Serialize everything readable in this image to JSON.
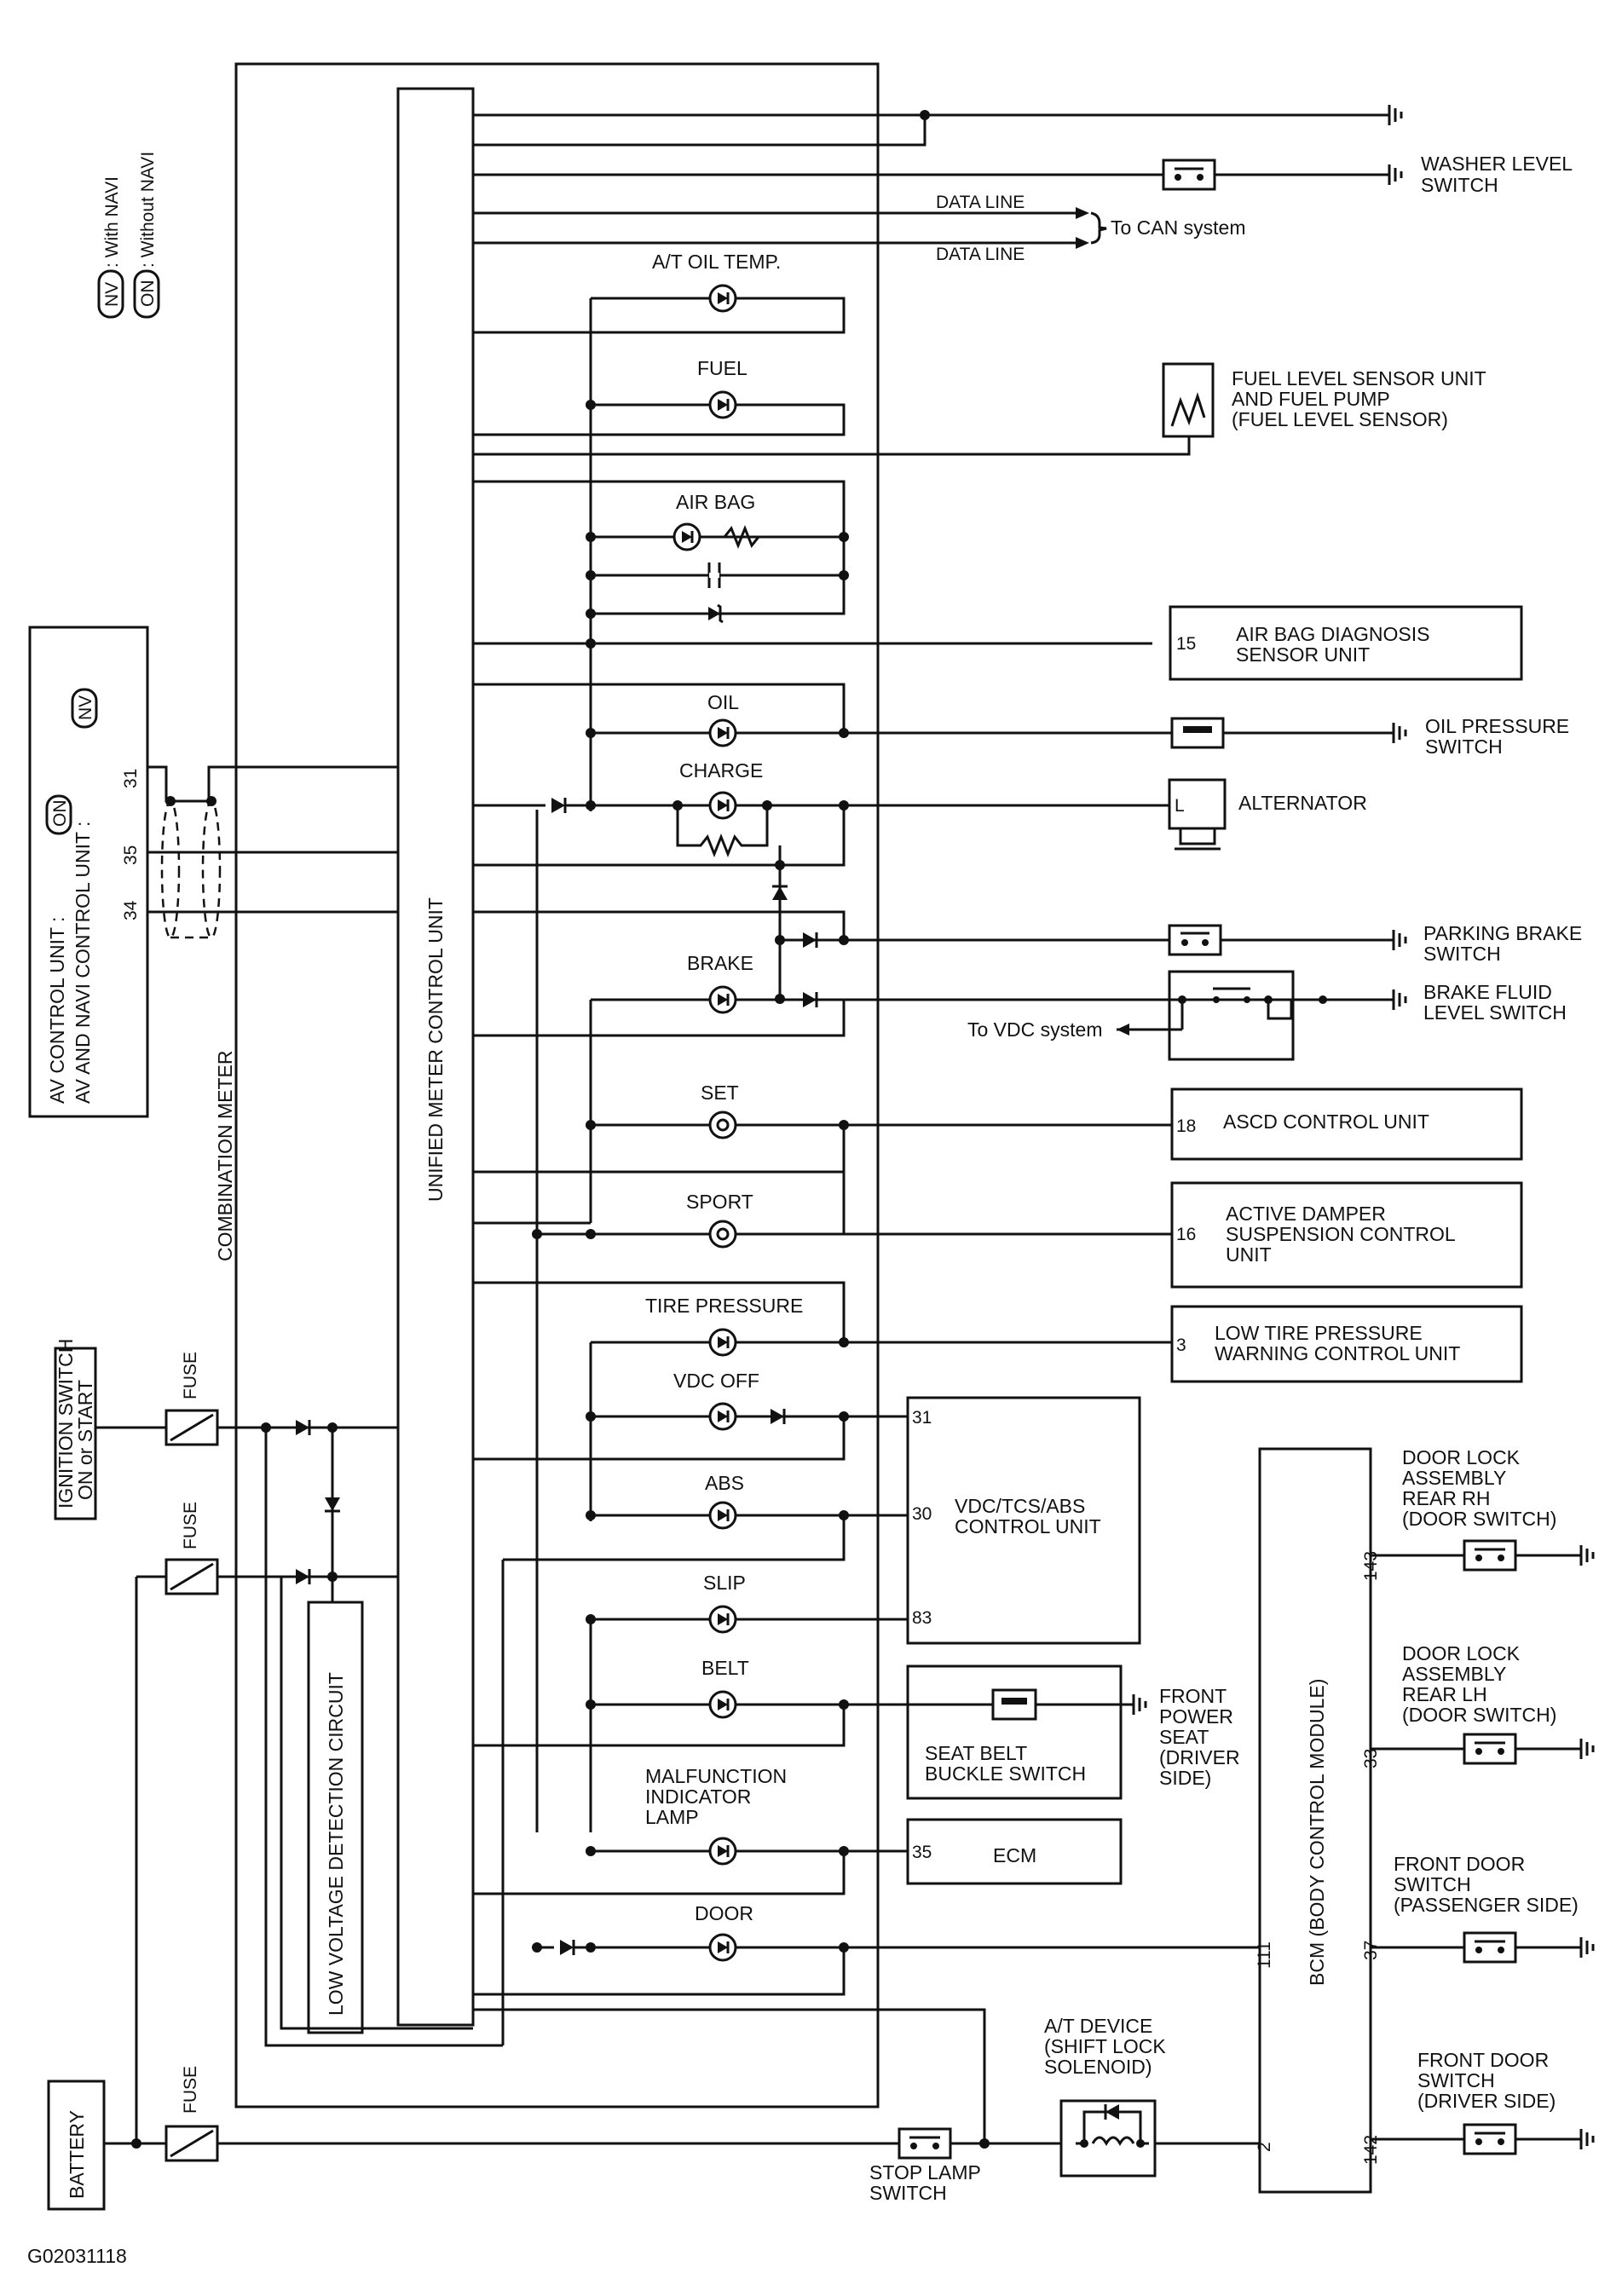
{
  "legend": {
    "nv_symbol": "NV",
    "nv_text": ": With NAVI",
    "on_symbol": "ON",
    "on_text": ": Without NAVI"
  },
  "units": {
    "combination_meter": "COMBINATION METER",
    "unified_meter": "UNIFIED METER CONTROL UNIT",
    "low_voltage": "LOW VOLTAGE DETECTION CIRCUIT",
    "bcm": "BCM (BODY CONTROL MODULE)",
    "av_line1": "AV CONTROL UNIT :",
    "av_line2": "AV AND NAVI CONTROL UNIT :",
    "av_tag_on": "ON",
    "av_tag_nv": "NV"
  },
  "av_pins": [
    "31",
    "35",
    "34"
  ],
  "data_lines": [
    "DATA LINE",
    "DATA LINE"
  ],
  "can": "To CAN system",
  "lamps": {
    "at_oil_temp": "A/T OIL TEMP.",
    "fuel": "FUEL",
    "air_bag": "AIR BAG",
    "oil": "OIL",
    "charge": "CHARGE",
    "brake": "BRAKE",
    "set": "SET",
    "sport": "SPORT",
    "tire_pressure": "TIRE PRESSURE",
    "vdc_off": "VDC OFF",
    "abs": "ABS",
    "slip": "SLIP",
    "belt": "BELT",
    "mil": [
      "MALFUNCTION",
      "INDICATOR",
      "LAMP"
    ],
    "door": "DOOR"
  },
  "right_devices": {
    "washer": [
      "WASHER LEVEL",
      "SWITCH"
    ],
    "fuel_sensor": [
      "FUEL LEVEL SENSOR UNIT",
      "AND FUEL PUMP",
      "(FUEL LEVEL SENSOR)"
    ],
    "airbag_unit": [
      "AIR BAG DIAGNOSIS",
      "SENSOR UNIT"
    ],
    "airbag_pin": "15",
    "oil_switch": [
      "OIL PRESSURE",
      "SWITCH"
    ],
    "alternator": "ALTERNATOR",
    "alternator_pin": "L",
    "parking": [
      "PARKING BRAKE",
      "SWITCH"
    ],
    "brake_fluid": [
      "BRAKE FLUID",
      "LEVEL SWITCH"
    ],
    "to_vdc": "To VDC system",
    "ascd": "ASCD CONTROL UNIT",
    "ascd_pin": "18",
    "damper": [
      "ACTIVE DAMPER",
      "SUSPENSION CONTROL",
      "UNIT"
    ],
    "damper_pin": "16",
    "tire_unit": [
      "LOW TIRE PRESSURE",
      "WARNING CONTROL UNIT"
    ],
    "tire_pin": "3",
    "vdc_unit": [
      "VDC/TCS/ABS",
      "CONTROL UNIT"
    ],
    "vdc_pins": [
      "31",
      "30",
      "83"
    ],
    "seat_belt": [
      "SEAT BELT",
      "BUCKLE SWITCH"
    ],
    "front_seat": [
      "FRONT",
      "POWER",
      "SEAT",
      "(DRIVER",
      "SIDE)"
    ],
    "ecm": "ECM",
    "ecm_pin": "35"
  },
  "bcm_devices": {
    "rear_rh": [
      "DOOR LOCK",
      "ASSEMBLY",
      "REAR RH",
      "(DOOR SWITCH)"
    ],
    "rear_lh": [
      "DOOR LOCK",
      "ASSEMBLY",
      "REAR LH",
      "(DOOR SWITCH)"
    ],
    "front_pass": [
      "FRONT DOOR",
      "SWITCH",
      "(PASSENGER SIDE)"
    ],
    "front_drv": [
      "FRONT DOOR",
      "SWITCH",
      "(DRIVER SIDE)"
    ],
    "pins": [
      "143",
      "33",
      "111",
      "37",
      "2",
      "142"
    ]
  },
  "left_sources": {
    "ignition": [
      "IGNITION SWITCH",
      "ON or START"
    ],
    "battery": "BATTERY",
    "fuse": "FUSE"
  },
  "bottom": {
    "stop_lamp": [
      "STOP LAMP",
      "SWITCH"
    ],
    "at_device": [
      "A/T DEVICE",
      "(SHIFT LOCK",
      "SOLENOID)"
    ]
  },
  "figure_code": "G02031118"
}
